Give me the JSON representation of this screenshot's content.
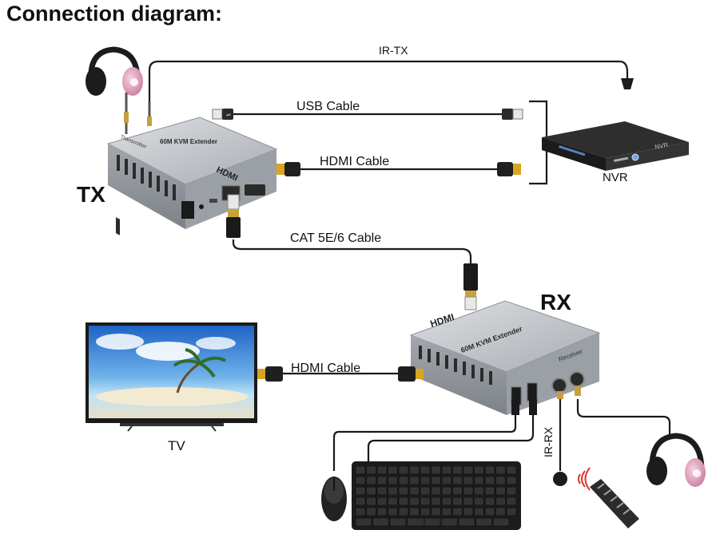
{
  "title": "Connection diagram:",
  "labels": {
    "ir_tx": "IR-TX",
    "usb_cable": "USB Cable",
    "hdmi_cable_top": "HDMI Cable",
    "nvr": "NVR",
    "tx": "TX",
    "cat_cable": "CAT 5E/6 Cable",
    "rx": "RX",
    "hdmi_cable_bottom": "HDMI Cable",
    "tv": "TV",
    "ir_rx": "IR-RX"
  },
  "device_text": {
    "tx_model": "60M KVM Extender",
    "tx_role": "Transmitter",
    "rx_model": "60M KVM Extender",
    "rx_role": "Receiver",
    "hdmi_logo": "HDMI",
    "nvr_badge": "NVR"
  },
  "colors": {
    "cable": "#1a1a1a",
    "device_top": "#c9ccd0",
    "device_side": "#8f949a",
    "hdmi_gold": "#d9a520",
    "headphone_pink": "#e8a3c0"
  }
}
